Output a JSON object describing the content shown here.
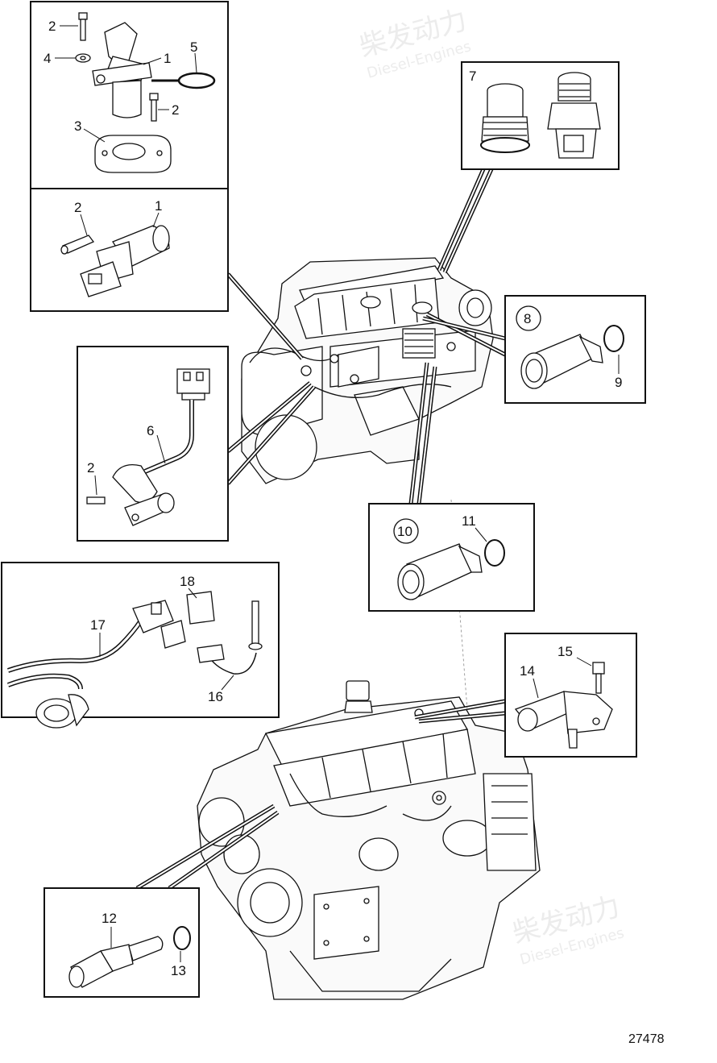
{
  "figure_number": "27478",
  "watermark": {
    "cn": "柴发动力",
    "en": "Diesel-Engines"
  },
  "callouts": {
    "box_a": [
      "2",
      "4",
      "1",
      "5",
      "2",
      "3"
    ],
    "box_b": [
      "2",
      "1"
    ],
    "box_c": [
      "6",
      "2"
    ],
    "box_7": [
      "7"
    ],
    "box_8": [
      "8",
      "9"
    ],
    "box_10": [
      "10",
      "11"
    ],
    "box_17": [
      "18",
      "17",
      "16"
    ],
    "box_14": [
      "15",
      "14"
    ],
    "box_12": [
      "12",
      "13"
    ]
  }
}
